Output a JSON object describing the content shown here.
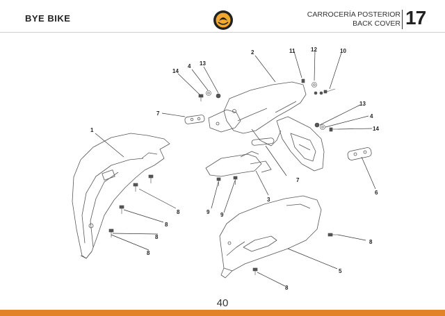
{
  "header": {
    "brand": "BYE BIKE",
    "title_es": "CARROCERÍA POSTERIOR",
    "title_en": "BACK COVER",
    "section_number": "17",
    "logo_icon": "bye-bike-logo-icon"
  },
  "diagram": {
    "callouts": [
      {
        "id": "c1",
        "label": "1"
      },
      {
        "id": "c2",
        "label": "2"
      },
      {
        "id": "c3",
        "label": "3"
      },
      {
        "id": "c4a",
        "label": "4"
      },
      {
        "id": "c4b",
        "label": "4"
      },
      {
        "id": "c5",
        "label": "5"
      },
      {
        "id": "c6",
        "label": "6"
      },
      {
        "id": "c7a",
        "label": "7"
      },
      {
        "id": "c7b",
        "label": "7"
      },
      {
        "id": "c8a",
        "label": "8"
      },
      {
        "id": "c8b",
        "label": "8"
      },
      {
        "id": "c8c",
        "label": "8"
      },
      {
        "id": "c8d",
        "label": "8"
      },
      {
        "id": "c8e",
        "label": "8"
      },
      {
        "id": "c8f",
        "label": "8"
      },
      {
        "id": "c9a",
        "label": "9"
      },
      {
        "id": "c9b",
        "label": "9"
      },
      {
        "id": "c10",
        "label": "10"
      },
      {
        "id": "c11",
        "label": "11"
      },
      {
        "id": "c12",
        "label": "12"
      },
      {
        "id": "c13a",
        "label": "13"
      },
      {
        "id": "c13b",
        "label": "13"
      },
      {
        "id": "c14a",
        "label": "14"
      },
      {
        "id": "c14b",
        "label": "14"
      }
    ]
  },
  "footer": {
    "page_number": "40"
  },
  "colors": {
    "accent": "#e2832a",
    "text": "#222222",
    "rule": "#cfcfcf"
  }
}
